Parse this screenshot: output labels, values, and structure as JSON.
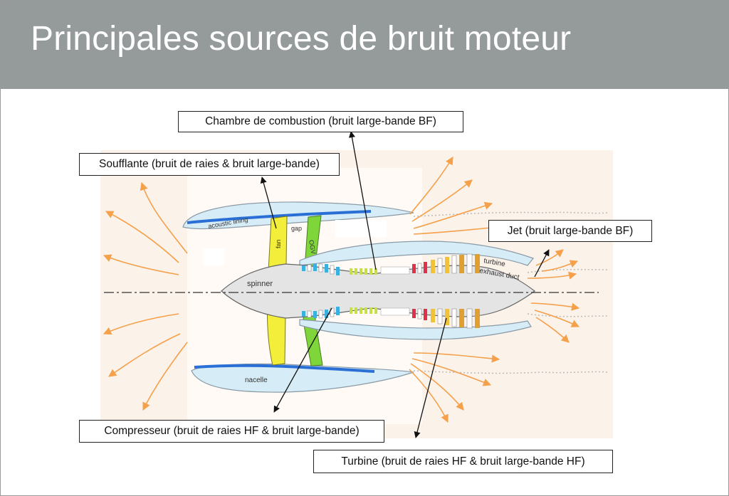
{
  "title": "Principales sources de bruit moteur",
  "callouts": {
    "combustion": "Chambre de combustion (bruit large-bande BF)",
    "soufflante": "Soufflante (bruit de raies & bruit large-bande)",
    "jet": "Jet (bruit large-bande BF)",
    "compresseur": "Compresseur (bruit de raies HF & bruit large-bande)",
    "turbine": "Turbine (bruit de raies HF & bruit large-bande HF)"
  },
  "engine_labels": {
    "acoustic_lining": "acoustic lining",
    "fan": "fan",
    "gap": "gap",
    "ogv": "OGV",
    "spinner": "spinner",
    "nacelle": "nacelle",
    "turbine": "turbine",
    "exhaust_duct": "exhaust duct"
  },
  "colors": {
    "header": "#959b9b",
    "nacelle_fill": "#d6ecf6",
    "lining": "#2a6fd6",
    "fan": "#f2ee3a",
    "ogv": "#7fd63a",
    "sound_arrows": "#f5a04a",
    "spinner_fill": "#e4e4e4"
  }
}
